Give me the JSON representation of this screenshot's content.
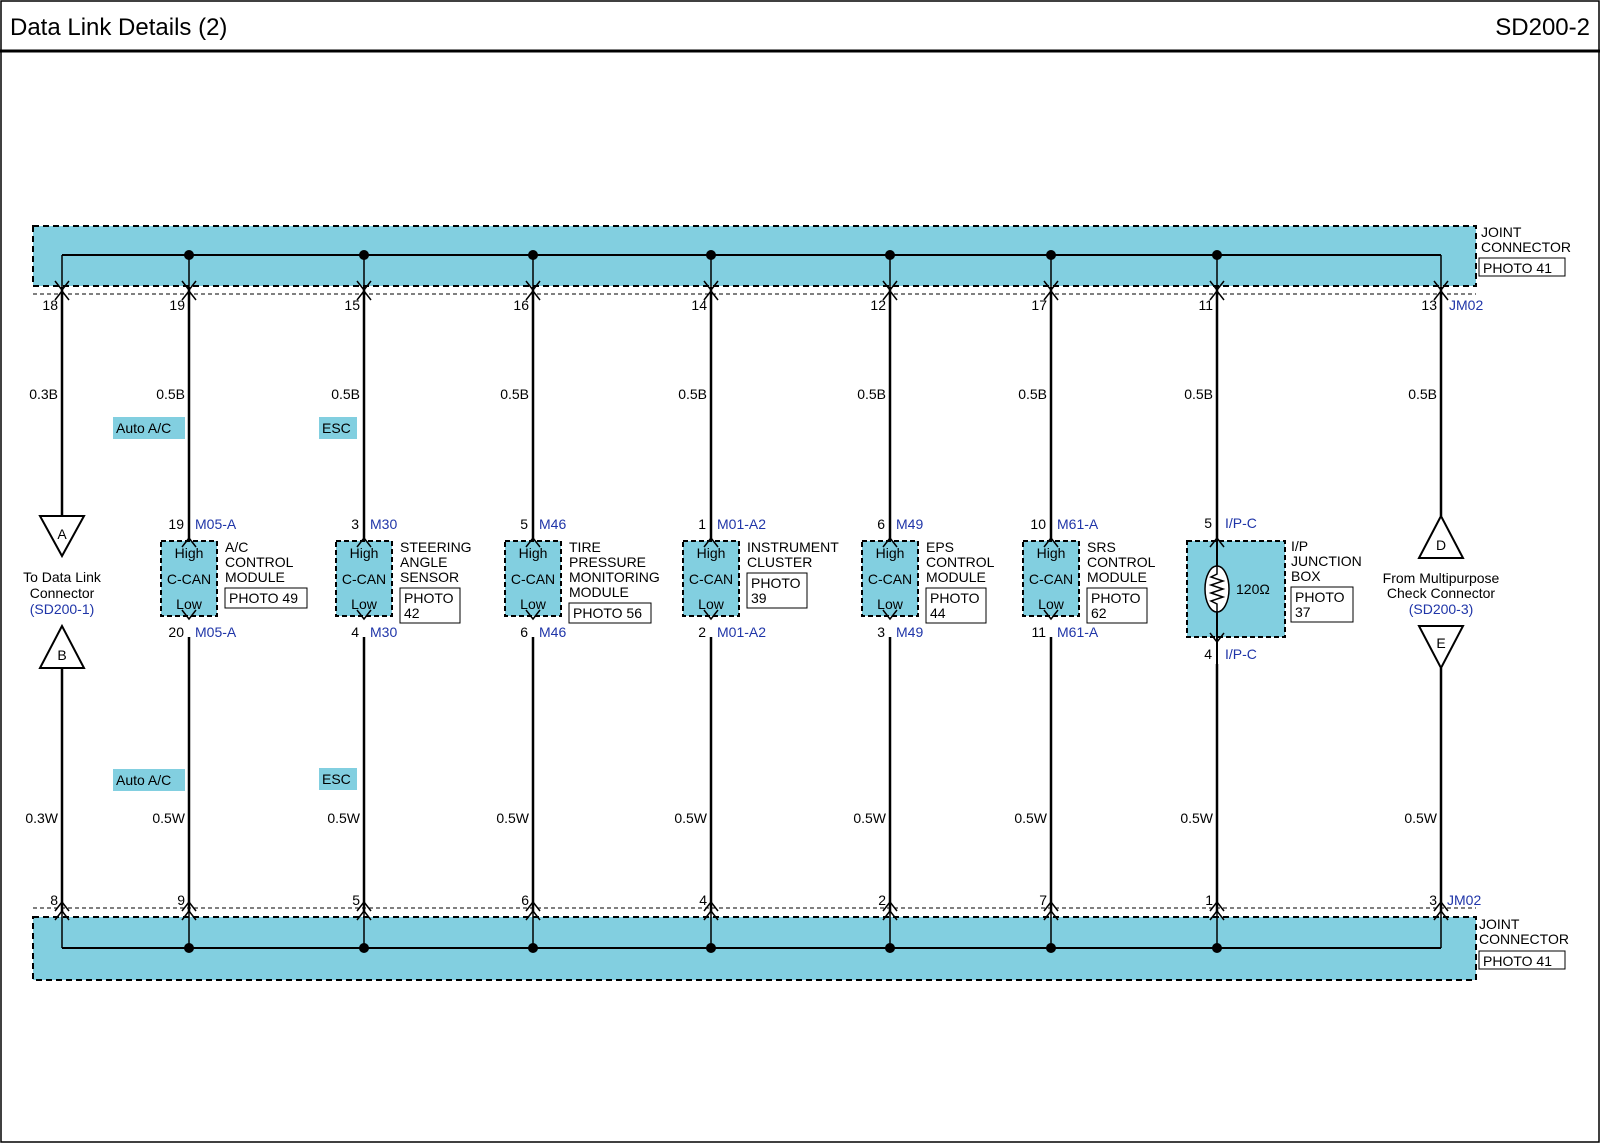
{
  "header": {
    "title": "Data Link Details (2)",
    "code": "SD200-2"
  },
  "colors": {
    "fill": "#82cfe0",
    "ref": "#1f35a8",
    "wire": "#000000"
  },
  "joint_top": {
    "label_line1": "JOINT",
    "label_line2": "CONNECTOR",
    "photo": "PHOTO 41",
    "connector": "JM02"
  },
  "joint_bottom": {
    "label_line1": "JOINT",
    "label_line2": "CONNECTOR",
    "photo": "PHOTO 41",
    "connector": "JM02"
  },
  "columns": [
    {
      "top_pin": "18",
      "bottom_pin": "8",
      "top_wire": "0.3B",
      "bottom_wire": "0.3W"
    },
    {
      "top_pin": "19",
      "bottom_pin": "9",
      "top_wire": "0.5B",
      "bottom_wire": "0.5W"
    },
    {
      "top_pin": "15",
      "bottom_pin": "5",
      "top_wire": "0.5B",
      "bottom_wire": "0.5W"
    },
    {
      "top_pin": "16",
      "bottom_pin": "6",
      "top_wire": "0.5B",
      "bottom_wire": "0.5W"
    },
    {
      "top_pin": "14",
      "bottom_pin": "4",
      "top_wire": "0.5B",
      "bottom_wire": "0.5W"
    },
    {
      "top_pin": "12",
      "bottom_pin": "2",
      "top_wire": "0.5B",
      "bottom_wire": "0.5W"
    },
    {
      "top_pin": "17",
      "bottom_pin": "7",
      "top_wire": "0.5B",
      "bottom_wire": "0.5W"
    },
    {
      "top_pin": "11",
      "bottom_pin": "1",
      "top_wire": "0.5B",
      "bottom_wire": "0.5W"
    },
    {
      "top_pin": "13",
      "bottom_pin": "3",
      "top_wire": "0.5B",
      "bottom_wire": "0.5W"
    }
  ],
  "options": {
    "auto_ac": "Auto A/C",
    "esc": "ESC"
  },
  "modules": [
    {
      "id": "ac",
      "high": "High",
      "mid": "C-CAN",
      "low": "Low",
      "pin_top": "19",
      "pin_bottom": "20",
      "conn": "M05-A",
      "name": [
        "A/C",
        "CONTROL",
        "MODULE"
      ],
      "photo": [
        "PHOTO 49"
      ]
    },
    {
      "id": "sas",
      "high": "High",
      "mid": "C-CAN",
      "low": "Low",
      "pin_top": "3",
      "pin_bottom": "4",
      "conn": "M30",
      "name": [
        "STEERING",
        "ANGLE",
        "SENSOR"
      ],
      "photo": [
        "PHOTO",
        "42"
      ]
    },
    {
      "id": "tpms",
      "high": "High",
      "mid": "C-CAN",
      "low": "Low",
      "pin_top": "5",
      "pin_bottom": "6",
      "conn": "M46",
      "name": [
        "TIRE",
        "PRESSURE",
        "MONITORING",
        "MODULE"
      ],
      "photo": [
        "PHOTO 56"
      ]
    },
    {
      "id": "cluster",
      "high": "High",
      "mid": "C-CAN",
      "low": "Low",
      "pin_top": "1",
      "pin_bottom": "2",
      "conn": "M01-A2",
      "name": [
        "INSTRUMENT",
        "CLUSTER"
      ],
      "photo": [
        "PHOTO",
        "39"
      ]
    },
    {
      "id": "eps",
      "high": "High",
      "mid": "C-CAN",
      "low": "Low",
      "pin_top": "6",
      "pin_bottom": "3",
      "conn": "M49",
      "name": [
        "EPS",
        "CONTROL",
        "MODULE"
      ],
      "photo": [
        "PHOTO",
        "44"
      ]
    },
    {
      "id": "srs",
      "high": "High",
      "mid": "C-CAN",
      "low": "Low",
      "pin_top": "10",
      "pin_bottom": "11",
      "conn": "M61-A",
      "name": [
        "SRS",
        "CONTROL",
        "MODULE"
      ],
      "photo": [
        "PHOTO",
        "62"
      ]
    }
  ],
  "junction_box": {
    "pin_top": "5",
    "pin_bottom": "4",
    "conn": "I/P-C",
    "resistor": "120Ω",
    "name": [
      "I/P",
      "JUNCTION",
      "BOX"
    ],
    "photo": [
      "PHOTO",
      "37"
    ]
  },
  "left_ref": {
    "top_letter": "A",
    "bottom_letter": "B",
    "line1": "To Data Link",
    "line2": "Connector",
    "ref": "(SD200-1)"
  },
  "right_ref": {
    "top_letter": "D",
    "bottom_letter": "E",
    "line1": "From Multipurpose",
    "line2": "Check Connector",
    "ref": "(SD200-3)"
  }
}
